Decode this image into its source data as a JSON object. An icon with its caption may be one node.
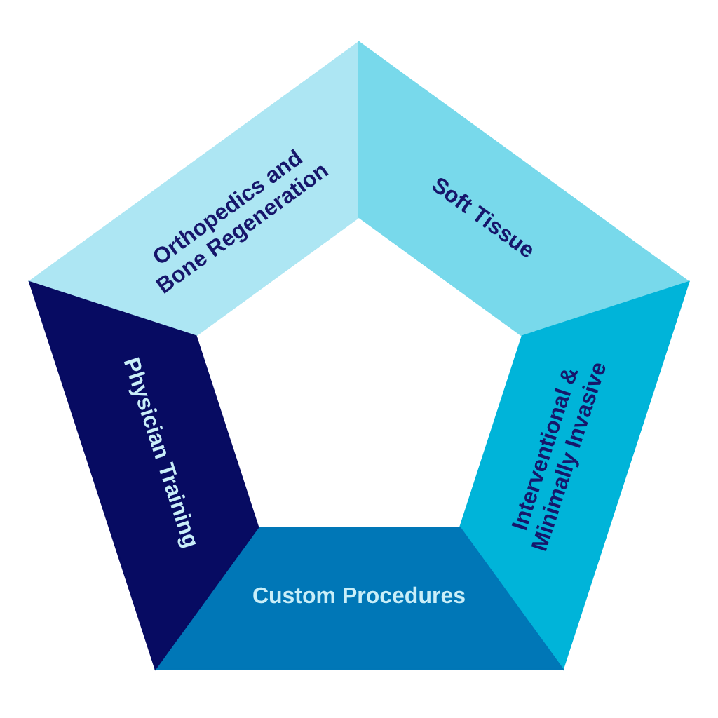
{
  "diagram": {
    "nodes": [
      {
        "text": [
          "Orthopedics and Bone Regeneration"
        ]
      },
      {
        "text": [
          "Soft Tissue"
        ]
      },
      {
        "text": [
          "Interventional & Minimally Invasive"
        ]
      },
      {
        "text": [
          "Custom Procedures"
        ]
      },
      {
        "text": [
          "Physician Training"
        ]
      }
    ]
  }
}
